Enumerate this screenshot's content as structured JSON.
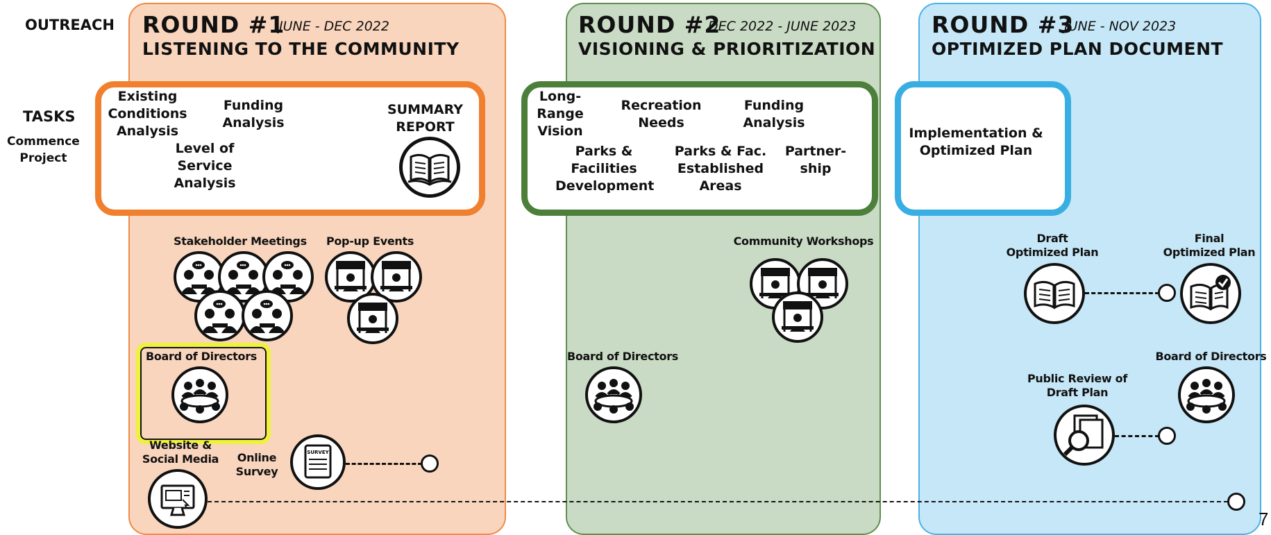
{
  "side": {
    "outreach": "OUTREACH",
    "tasks": "TASKS",
    "commence": [
      "Commence",
      "Project"
    ]
  },
  "rounds": [
    {
      "title": "ROUND #1",
      "dates": "JUNE - DEC 2022",
      "subtitle": "LISTENING TO THE COMMUNITY",
      "color": "#ef8a49"
    },
    {
      "title": "ROUND #2",
      "dates": "DEC 2022 - JUNE 2023",
      "subtitle": "VISIONING & PRIORITIZATION",
      "color": "#5f8e4f"
    },
    {
      "title": "ROUND #3",
      "dates": "JUNE - NOV 2023",
      "subtitle": "OPTIMIZED PLAN DOCUMENT",
      "color": "#4cb1e6"
    }
  ],
  "tasks1": {
    "existing": [
      "Existing",
      "Conditions",
      "Analysis"
    ],
    "funding": [
      "Funding",
      "Analysis"
    ],
    "los": [
      "Level of",
      "Service",
      "Analysis"
    ],
    "summary": [
      "SUMMARY",
      "REPORT"
    ]
  },
  "tasks2": {
    "longrange": [
      "Long-",
      "Range",
      "Vision"
    ],
    "recreation": [
      "Recreation",
      "Needs"
    ],
    "funding": [
      "Funding",
      "Analysis"
    ],
    "parks": [
      "Parks &",
      "Facilities",
      "Development"
    ],
    "parksfac": [
      "Parks & Fac.",
      "Established",
      "Areas"
    ],
    "partner": [
      "Partner-",
      "ship"
    ]
  },
  "tasks3": {
    "impl": [
      "Implementation &",
      "Optimized Plan"
    ]
  },
  "outreach1": {
    "stakeholder": "Stakeholder Meetings",
    "popup": "Pop-up  Events",
    "board": "Board of Directors",
    "website": [
      "Website &",
      "Social Media"
    ],
    "online": [
      "Online",
      "Survey"
    ],
    "survey_icon": "SURVEY"
  },
  "outreach2": {
    "workshops": "Community Workshops",
    "board": "Board of Directors"
  },
  "outreach3": {
    "draft": [
      "Draft",
      "Optimized Plan"
    ],
    "final": [
      "Final",
      "Optimized Plan"
    ],
    "board": "Board of Directors",
    "public": [
      "Public Review of",
      "Draft Plan"
    ]
  },
  "page_number": "7"
}
